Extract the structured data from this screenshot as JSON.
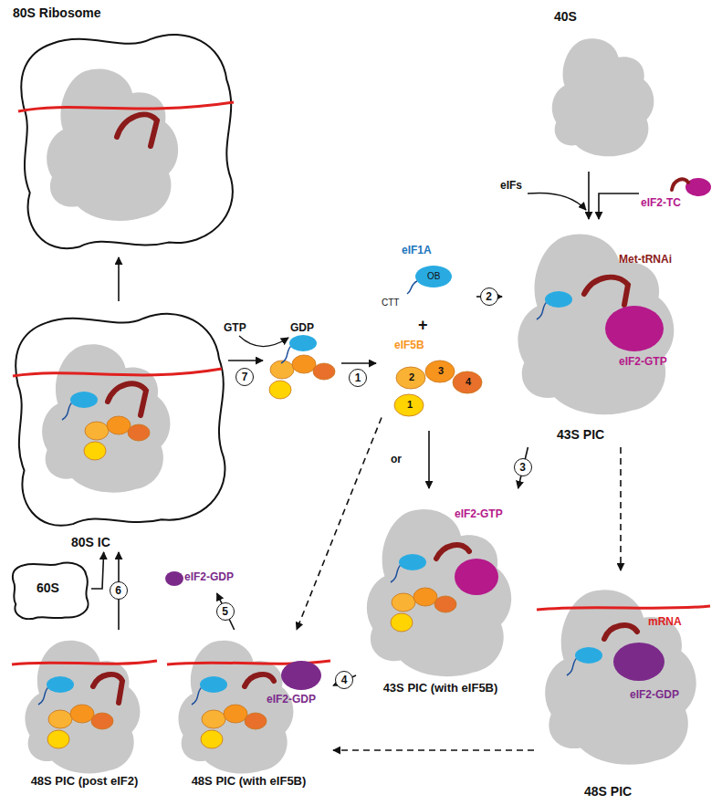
{
  "diagram": {
    "nodes": [
      {
        "text": [
          "80S Ribosome"
        ]
      },
      {
        "text": [
          "40S"
        ]
      },
      {
        "text": [
          "eIF1A",
          "OB",
          "CTT"
        ]
      },
      {
        "text": [
          "eIF5B",
          "2",
          "3",
          "4",
          "1"
        ]
      },
      {
        "text": [
          "eIF2-TC"
        ]
      },
      {
        "text": [
          "Met-tRNAi",
          "eIF2-GTP",
          "43S PIC"
        ]
      },
      {
        "text": [
          "80S IC"
        ]
      },
      {
        "text": [
          "eIF2-GTP",
          "43S PIC (with eIF5B)"
        ]
      },
      {
        "text": [
          "48S PIC (post eIF2)"
        ]
      },
      {
        "text": [
          "eIF2-GDP",
          "48S PIC (with eIF5B)"
        ]
      },
      {
        "text": [
          "mRNA",
          "eIF2-GDP",
          "48S PIC"
        ]
      },
      {
        "text": [
          "60S"
        ]
      },
      {
        "text": [
          "eIF2-GDP"
        ]
      }
    ],
    "edges": [
      {
        "from": 6,
        "to": 0,
        "arrow": "to"
      },
      {
        "from": 1,
        "to": 5,
        "arrow": "to"
      },
      {
        "from": 4,
        "to": 5,
        "arrow": "to"
      },
      {
        "from": 2,
        "to": 5,
        "label": "2",
        "arrow": "to"
      },
      {
        "from": 5,
        "to": 7,
        "label": "3",
        "arrow": "to"
      },
      {
        "from": 5,
        "to": 10,
        "arrow": "to"
      },
      {
        "from": 3,
        "to": 7,
        "arrow": "to"
      },
      {
        "from": 3,
        "to": 9,
        "arrow": "to"
      },
      {
        "from": 7,
        "to": 9,
        "label": "4",
        "arrow": "to"
      },
      {
        "from": 10,
        "to": 9,
        "arrow": "to"
      },
      {
        "from": 9,
        "to": 12,
        "label": "5",
        "arrow": "to"
      },
      {
        "from": 8,
        "to": 6,
        "label": "6",
        "arrow": "to"
      },
      {
        "from": 11,
        "to": 6,
        "arrow": "to"
      }
    ],
    "labels": [
      "GTP",
      "GDP",
      "7",
      "1",
      "+",
      "or",
      "eIFs"
    ]
  }
}
